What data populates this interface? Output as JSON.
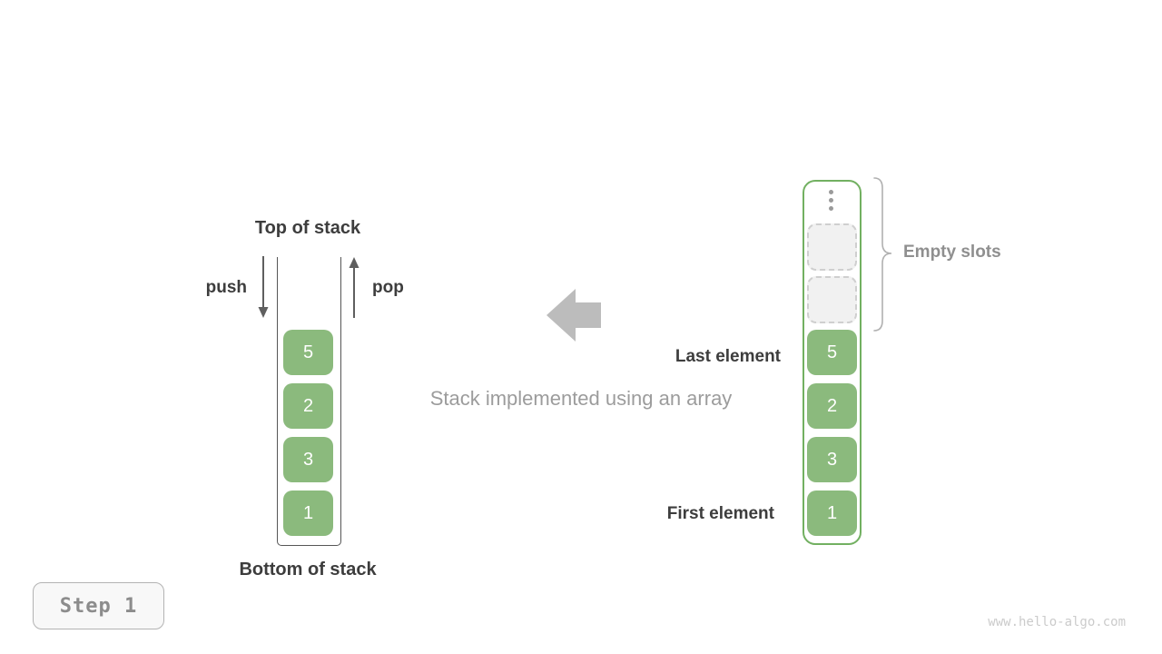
{
  "page": {
    "watermark": "www.hello-algo.com",
    "caption": "Stack implemented using an array"
  },
  "step_badge": {
    "label": "Step 1"
  },
  "left_stack": {
    "top_label": "Top of stack",
    "bottom_label": "Bottom of stack",
    "push_label": "push",
    "pop_label": "pop",
    "elements": [
      "5",
      "2",
      "3",
      "1"
    ]
  },
  "array_stack": {
    "empty_label": "Empty slots",
    "last_label": "Last element",
    "first_label": "First element",
    "empty_slot_count": 2,
    "elements": [
      "5",
      "2",
      "3",
      "1"
    ]
  },
  "icons": {
    "ellipsis": "vertical-ellipsis-icon",
    "brace": "curly-brace-icon",
    "left_arrow": "left-arrow-icon",
    "push_arrow": "down-arrow-icon",
    "pop_arrow": "up-arrow-icon"
  },
  "colors": {
    "element_green": "#8bba7d",
    "array_border_green": "#72b061",
    "dark_text": "#3d3d3d",
    "gray_text": "#8f8f8f",
    "caption_gray": "#9c9c9c",
    "arrow_gray": "#bcbcbc",
    "slot_fill": "#f1f1f1",
    "slot_dash": "#cfcfcf",
    "watermark_gray": "#cbcbcb"
  }
}
